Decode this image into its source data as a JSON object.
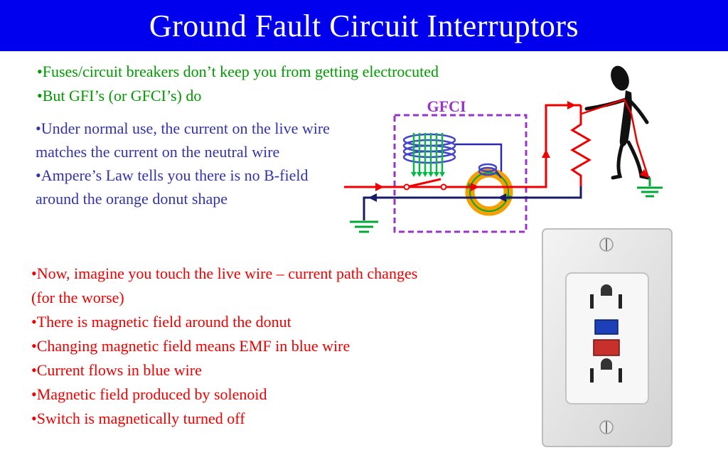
{
  "slide": {
    "title": "Ground Fault Circuit Interruptors"
  },
  "intro_bullets": [
    "•Fuses/circuit breakers don’t keep you from getting electrocuted",
    "•But GFI’s (or GFCI’s) do"
  ],
  "normal_bullets": [
    "•Under normal use, the current on the live wire matches the current on the neutral wire",
    "•Ampere’s Law tells you there is no B-field around the orange donut shape"
  ],
  "fault_bullets": [
    "•Now, imagine you touch the live wire – current path changes (for the worse)",
    "•There is magnetic field around the donut",
    "•Changing magnetic field means EMF in blue wire",
    "•Current flows in blue wire",
    "•Magnetic field produced by solenoid",
    "•Switch is magnetically turned off"
  ],
  "diagram": {
    "gfci_label": "GFCI"
  },
  "colors": {
    "title_bg": "#0000ee",
    "intro_text": "#009900",
    "normal_text": "#3333aa",
    "fault_text": "#ee0000",
    "live_wire": "#ee0000",
    "neutral_wire": "#2a2aaa",
    "donut": "#f5a000",
    "gfci_box": "#9933cc"
  },
  "icons": {
    "ground": "ground-symbol-icon",
    "resistor": "resistor-icon",
    "person": "stick-figure-person",
    "outlet": "gfci-outlet-image"
  }
}
